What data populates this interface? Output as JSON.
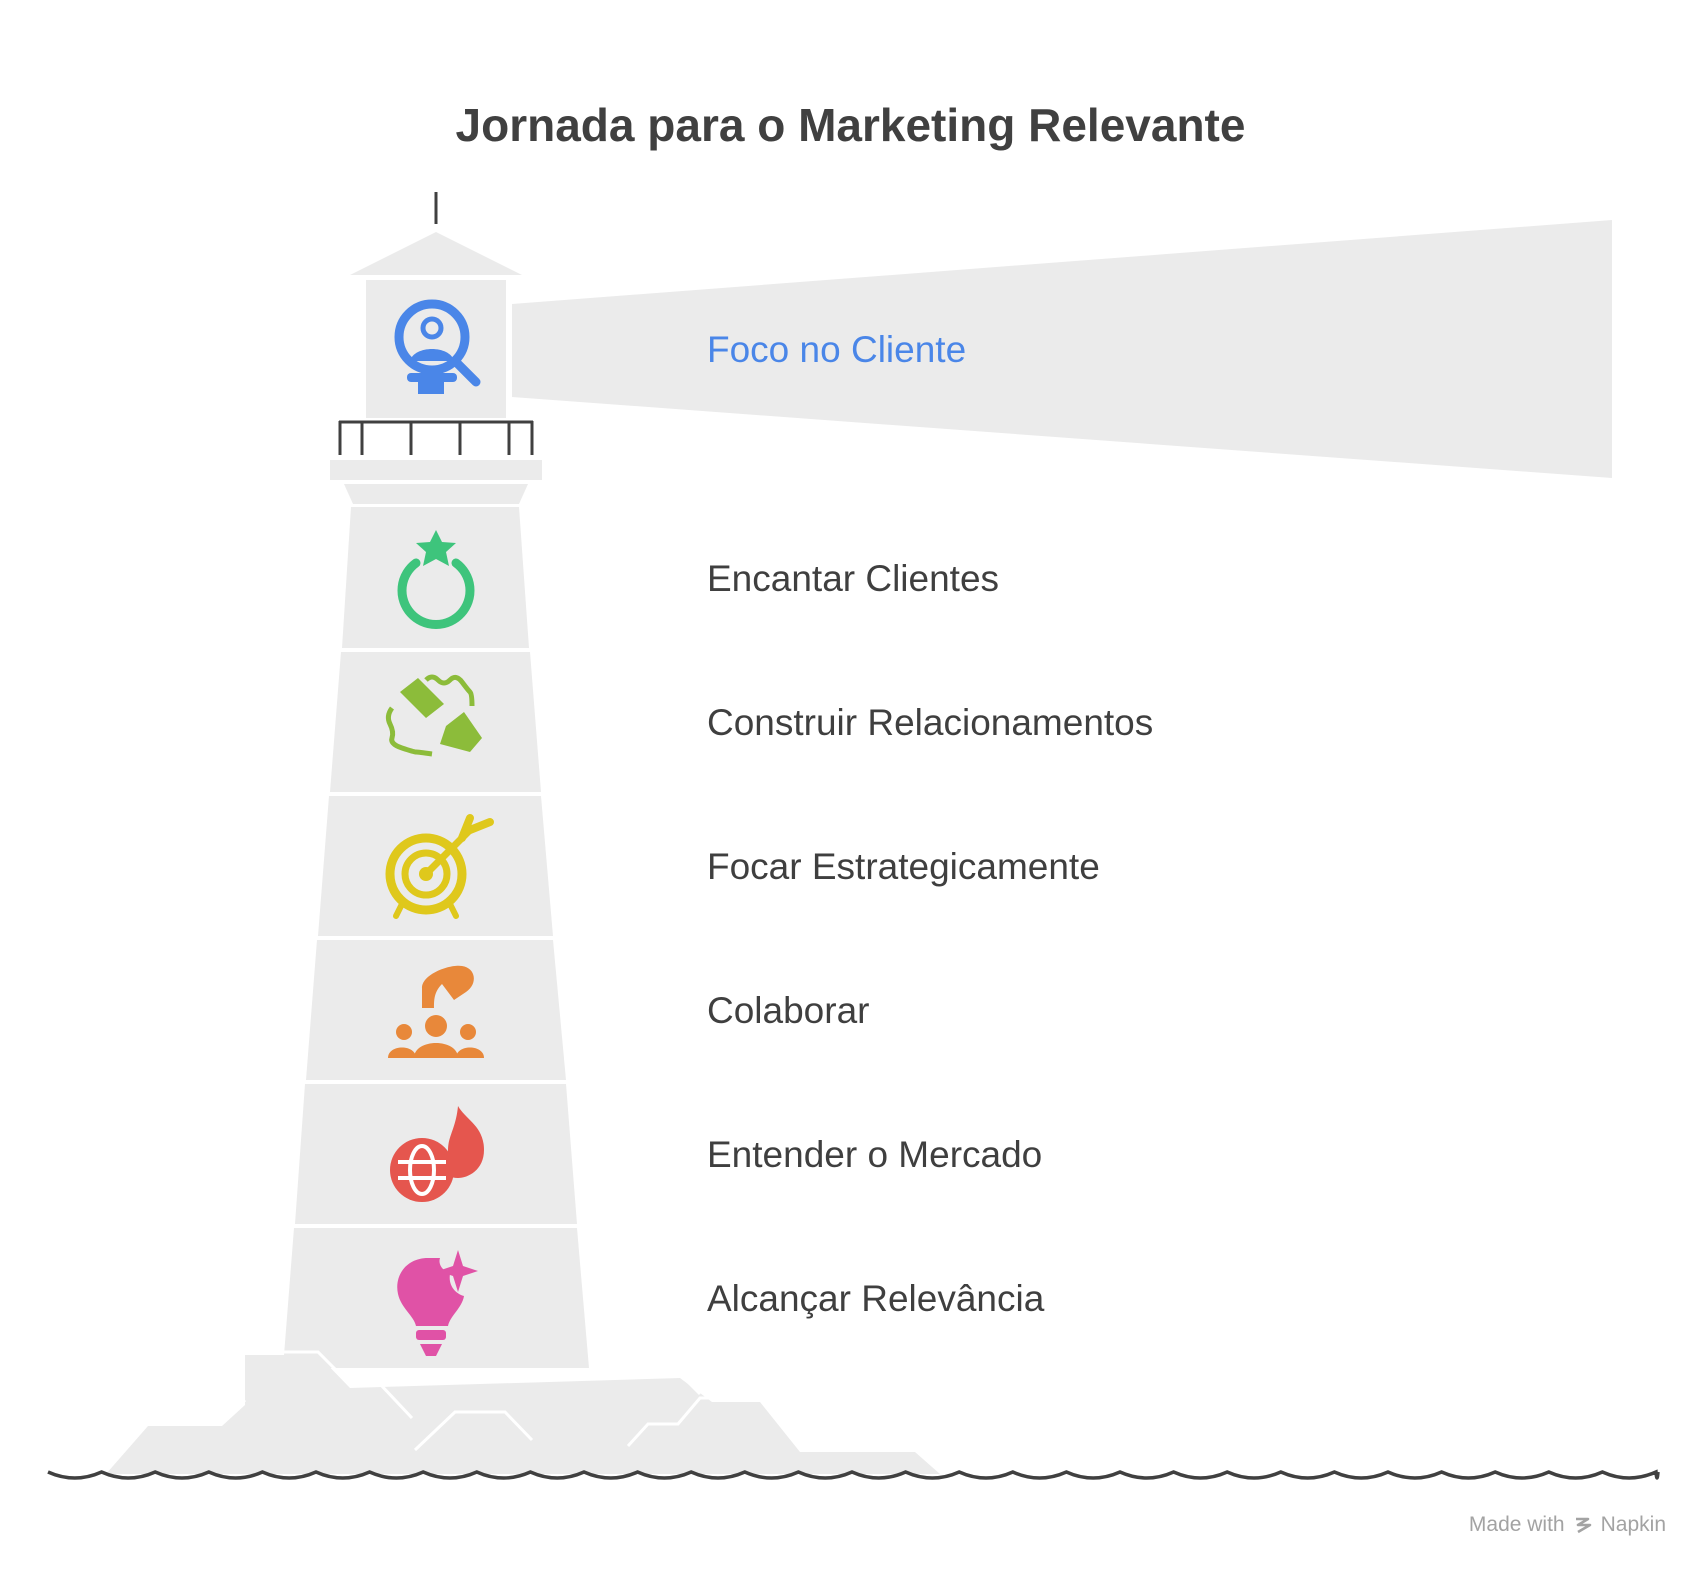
{
  "title": "Jornada para o Marketing Relevante",
  "steps": [
    {
      "label": "Foco no Cliente",
      "icon": "customer-search-icon",
      "color": "#4a86e8",
      "highlighted": true
    },
    {
      "label": "Encantar Clientes",
      "icon": "star-ring-icon",
      "color": "#3ec47c"
    },
    {
      "label": "Construir Relacionamentos",
      "icon": "handshake-icon",
      "color": "#8cbc3a"
    },
    {
      "label": "Focar Estrategicamente",
      "icon": "target-arrow-icon",
      "color": "#dfc81c"
    },
    {
      "label": "Colaborar",
      "icon": "team-collaboration-icon",
      "color": "#e8883a"
    },
    {
      "label": "Entender o Mercado",
      "icon": "globe-fire-icon",
      "color": "#e5564e"
    },
    {
      "label": "Alcançar Relevância",
      "icon": "lightbulb-spark-icon",
      "color": "#e052a6"
    }
  ],
  "colors": {
    "text": "#3f3f3f",
    "tower": "#ebebeb",
    "outline": "#404040"
  },
  "credit": {
    "prefix": "Made with",
    "brand": "Napkin"
  }
}
